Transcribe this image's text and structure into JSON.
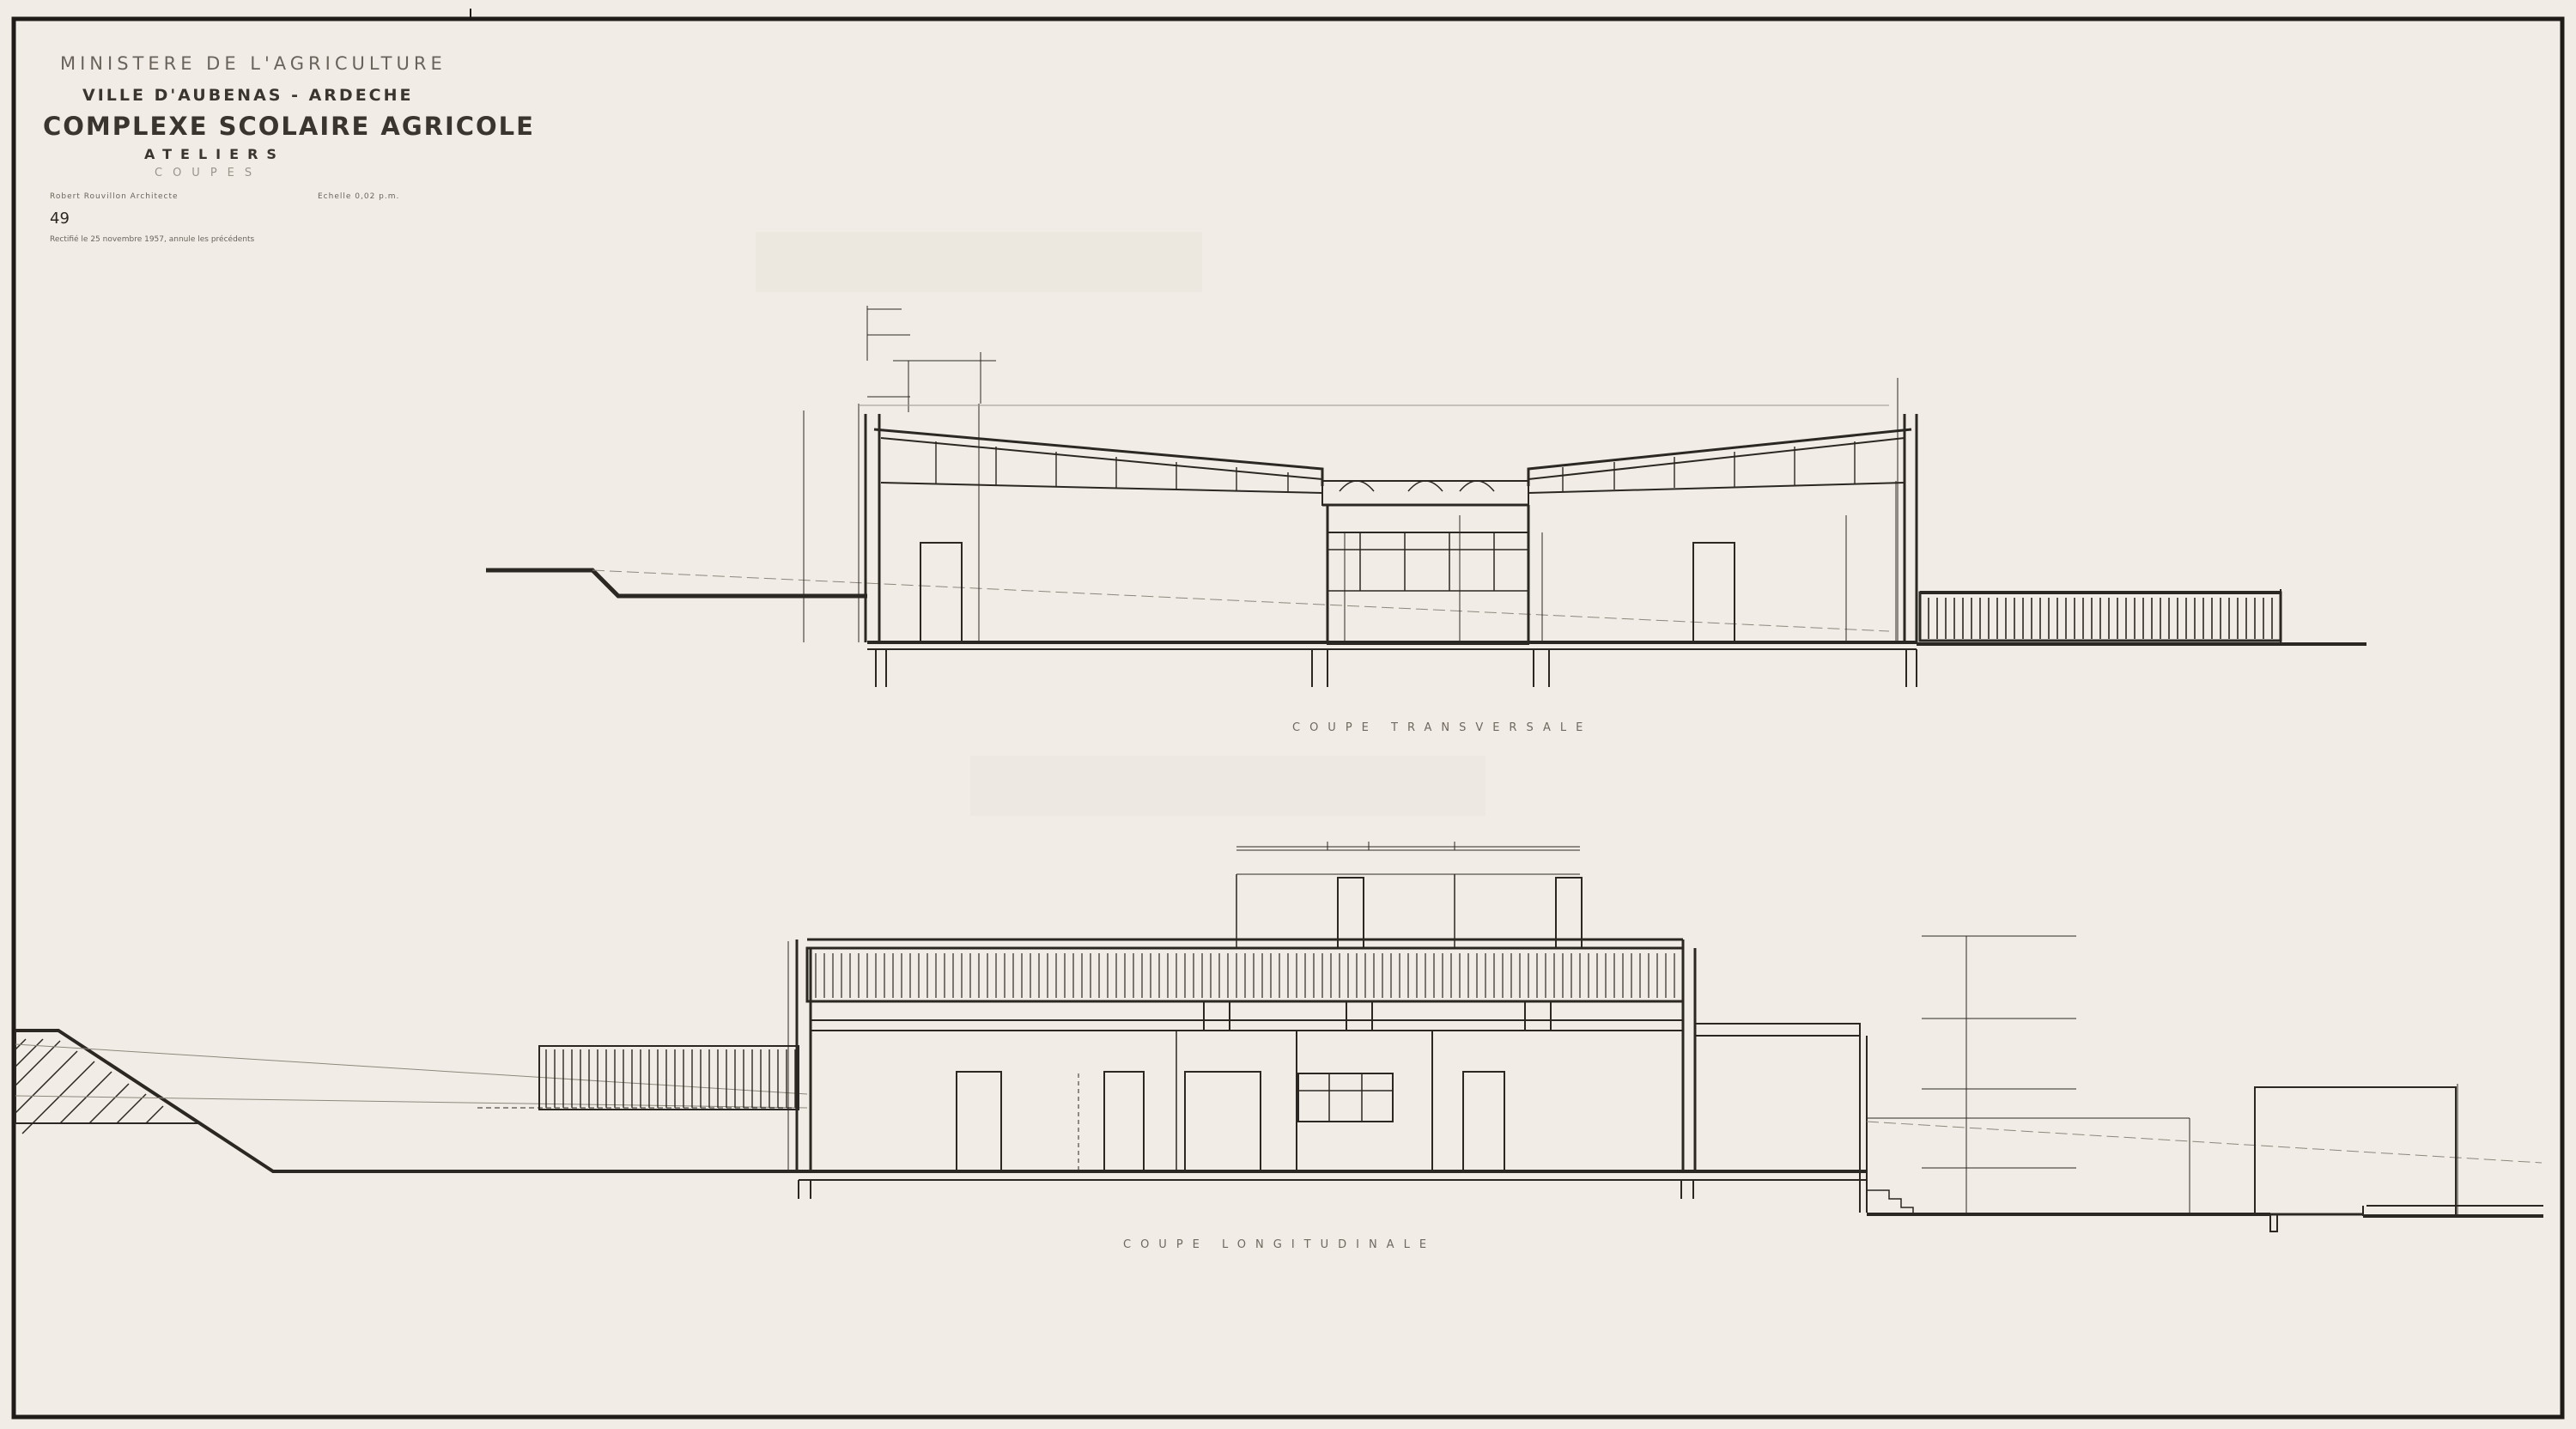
{
  "title_block": {
    "ministry": "MINISTERE DE L'AGRICULTURE",
    "town": "VILLE D'AUBENAS - ARDECHE",
    "project": "COMPLEXE SCOLAIRE AGRICOLE",
    "building": "ATELIERS",
    "sheet_type": "COUPES",
    "architect": "Robert Rouvillon Architecte",
    "scale": "Echelle 0,02 p.m.",
    "sheet_number": "49",
    "revision_note": "Rectifié le 25 novembre 1957, annule les précédents"
  },
  "sections": {
    "transversal": {
      "label": "COUPE TRANSVERSALE"
    },
    "longitudinal": {
      "label": "COUPE LONGITUDINALE"
    }
  },
  "colors": {
    "paper": "#f1ede6",
    "ink": "#2b2723",
    "faint_ink": "#8d867c"
  }
}
